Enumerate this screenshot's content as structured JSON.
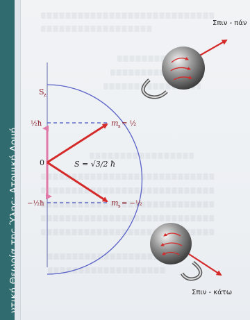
{
  "sidebar": {
    "text": "ντική Θεωρία της Ύλης: Ατομική Δομή"
  },
  "diagram": {
    "s_axis_label": "S",
    "s_axis_sub": "z",
    "upper_level_label": "½ħ",
    "lower_level_label": "−½ħ",
    "origin_label": "0",
    "vector_label": "S = √3/2 ħ",
    "upper_state_label": "m",
    "upper_state_sub": "s",
    "upper_state_value": "= ½",
    "lower_state_label": "m",
    "lower_state_sub": "s",
    "lower_state_value": "= −½"
  },
  "spin_up": {
    "caption": "Σπιν - πάν"
  },
  "spin_down": {
    "caption": "Σπιν - κάτω"
  },
  "colors": {
    "sidebar_bg": "#2f6b6f",
    "arrow_red": "#d52a2a",
    "axis_pink": "#e07aa8",
    "circle_blue": "#5a62c8"
  }
}
